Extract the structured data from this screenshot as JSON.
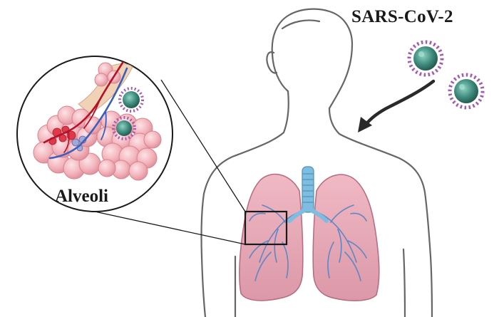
{
  "figure": {
    "virus_label": "SARS-CoV-2",
    "inset_label": "Alveoli"
  },
  "elements": {
    "human_silhouette": "male-torso-outline",
    "lungs": "lungs",
    "trachea": "trachea",
    "virus_particles": 4,
    "arrow": "curved-arrow",
    "zoom_box": "rectangle"
  },
  "colors": {
    "outline": "#666666",
    "lung_fill": "#e7a9b6",
    "lung_edge": "#b46a80",
    "airway_blue": "#5f86c4",
    "trachea_blue": "#7fbde0",
    "alveoli_pink": "#f3b3bb",
    "alveoli_edge": "#d88390",
    "vessel_red": "#b3122a",
    "vessel_blue": "#3d5fb8",
    "virus_core": "#3e8a7d",
    "virus_spike": "#a25bb0",
    "arrow": "#2a2a2a",
    "zoom_box": "#1a1a1a",
    "text": "#1a1a1a"
  }
}
